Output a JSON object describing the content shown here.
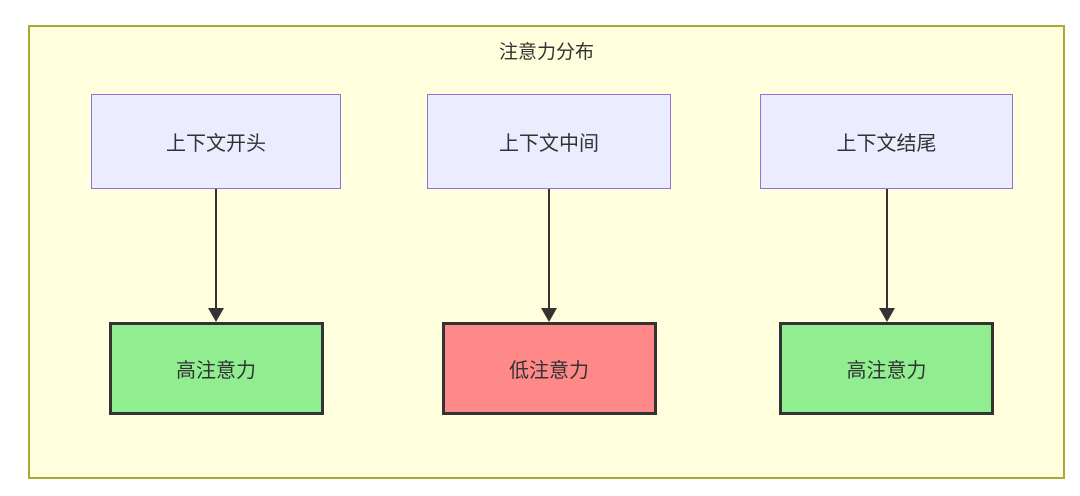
{
  "diagram": {
    "title": "注意力分布",
    "columns": [
      {
        "source": "上下文开头",
        "target": "高注意力",
        "target_type": "high"
      },
      {
        "source": "上下文中间",
        "target": "低注意力",
        "target_type": "low"
      },
      {
        "source": "上下文结尾",
        "target": "高注意力",
        "target_type": "high"
      }
    ],
    "colors": {
      "container_fill": "#ffffde",
      "container_border": "#aaaa33",
      "source_fill": "#ececff",
      "source_border": "#9370db",
      "high_fill": "#90ee90",
      "low_fill": "#ff8888",
      "target_border": "#333333",
      "arrow": "#333333",
      "text": "#333333"
    }
  }
}
